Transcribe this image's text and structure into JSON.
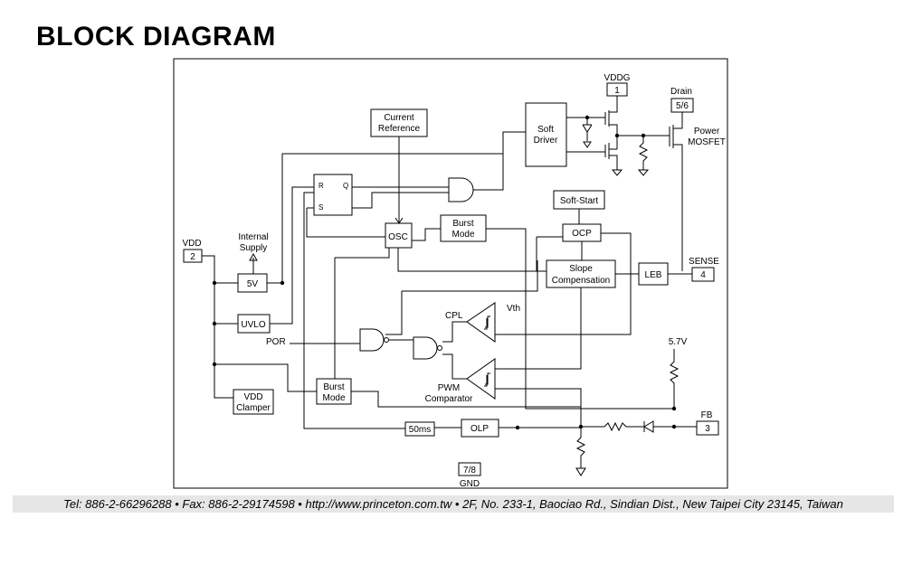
{
  "page": {
    "title": "BLOCK DIAGRAM",
    "footer": "Tel: 886-2-66296288 • Fax: 886-2-29174598 • http://www.princeton.com.tw • 2F, No. 233-1, Baociao Rd., Sindian Dist., New Taipei City 23145, Taiwan"
  },
  "diagram": {
    "pins": {
      "vddg_label": "VDDG",
      "vddg_num": "1",
      "drain_label": "Drain",
      "drain_num": "5/6",
      "vdd_label": "VDD",
      "vdd_num": "2",
      "sense_label": "SENSE",
      "sense_num": "4",
      "fb_label": "FB",
      "fb_num": "3",
      "gnd_label": "GND",
      "gnd_num": "7/8"
    },
    "blocks": {
      "current_reference": [
        "Current",
        "Reference"
      ],
      "soft_driver": [
        "Soft",
        "Driver"
      ],
      "power_mosfet": [
        "Power",
        "MOSFET"
      ],
      "osc": "OSC",
      "burst_mode_top": [
        "Burst",
        "Mode"
      ],
      "soft_start": "Soft-Start",
      "ocp": "OCP",
      "slope_compensation": [
        "Slope",
        "Compensation"
      ],
      "leb": "LEB",
      "internal_supply": [
        "Internal",
        "Supply"
      ],
      "reg_5v": "5V",
      "uvlo": "UVLO",
      "vdd_clamper": [
        "VDD",
        "Clamper"
      ],
      "burst_mode_bottom": [
        "Burst",
        "Mode"
      ],
      "timer_50ms": "50ms",
      "olp": "OLP",
      "ff_r": "R",
      "ff_s": "S",
      "ff_q": "Q"
    },
    "labels": {
      "por": "POR",
      "cpl": "CPL",
      "vth": "Vth",
      "pwm_comparator": [
        "PWM",
        "Comparator"
      ],
      "v57": "5.7V"
    }
  }
}
